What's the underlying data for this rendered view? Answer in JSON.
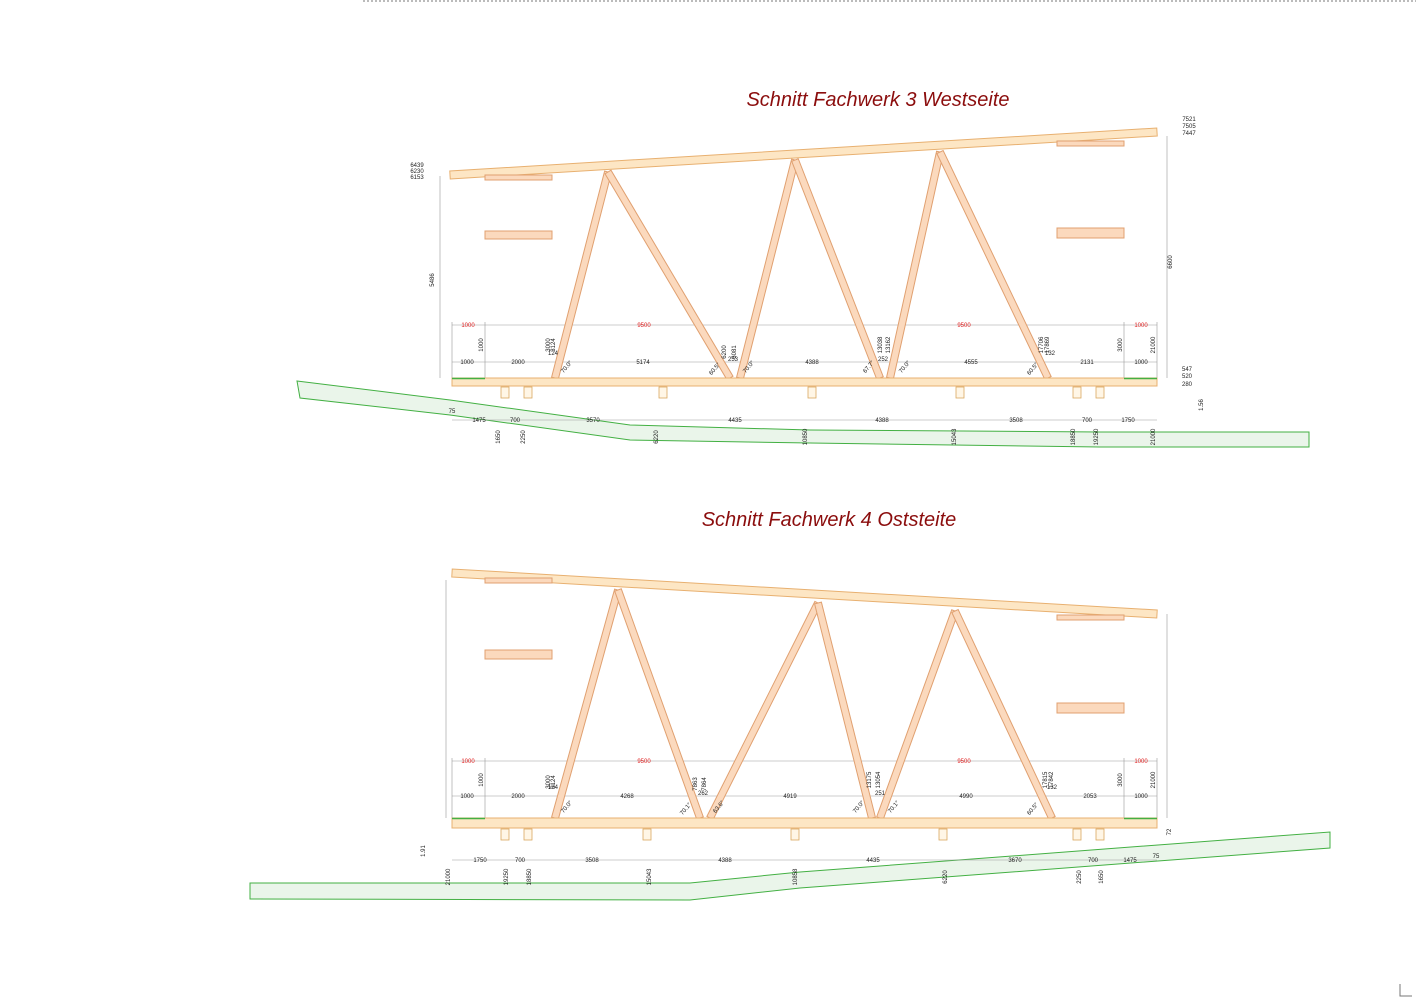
{
  "drawings": [
    {
      "title": "Schnitt Fachwerk 3 Westseite",
      "red_dims": [
        "1000",
        "9500",
        "9500",
        "1000"
      ],
      "row_upper": [
        "1000",
        "2000",
        "5174",
        "4388",
        "4555",
        "2131",
        "1000"
      ],
      "row_lower": [
        "1475",
        "700",
        "3570",
        "4435",
        "4388",
        "3508",
        "700",
        "1750"
      ],
      "stations": [
        "1650",
        "2250",
        "6220",
        "10850",
        "15043",
        "18850",
        "19250",
        "21000"
      ],
      "vertical": [
        "1000",
        "3000",
        "3124",
        "6200",
        "6081",
        "13038",
        "13162",
        "17706",
        "17869",
        "3000",
        "21000",
        "5486",
        "6600",
        "1.56"
      ],
      "small": [
        "124",
        "253",
        "252",
        "132",
        "75",
        "547",
        "520",
        "280",
        "6439",
        "6230",
        "6153",
        "7521",
        "7505",
        "7447"
      ],
      "angles": [
        "70.0°",
        "60.5°",
        "70.0°",
        "67.7°",
        "70.0°",
        "60.5°"
      ],
      "colors": {
        "timber": "#fbd9bd",
        "ground": "#43b043",
        "title": "#8b0d0d"
      }
    },
    {
      "title": "Schnitt Fachwerk 4 Oststeite",
      "red_dims": [
        "1000",
        "9500",
        "9500",
        "1000"
      ],
      "row_upper": [
        "1000",
        "2000",
        "4268",
        "4919",
        "4990",
        "2053",
        "1000"
      ],
      "row_lower": [
        "1750",
        "700",
        "3508",
        "4388",
        "4435",
        "3670",
        "700",
        "1475"
      ],
      "stations": [
        "21000",
        "19250",
        "18850",
        "15043",
        "10858",
        "6220",
        "2250",
        "1650"
      ],
      "vertical": [
        "1000",
        "3000",
        "3124",
        "7863",
        "7864",
        "13175",
        "13054",
        "17815",
        "17842",
        "3000",
        "21000",
        "1.91",
        "72"
      ],
      "small": [
        "124",
        "262",
        "251",
        "132",
        "75"
      ],
      "angles": [
        "70.0°",
        "70.1°",
        "63.6°",
        "70.0°",
        "70.1°",
        "60.5°"
      ],
      "colors": {
        "timber": "#fbd9bd",
        "ground": "#43b043",
        "title": "#8b0d0d"
      }
    }
  ]
}
